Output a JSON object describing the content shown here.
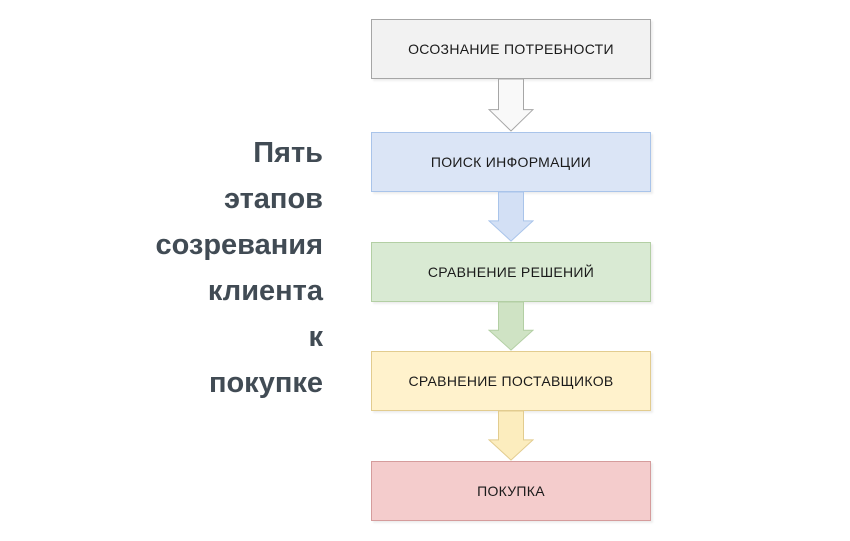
{
  "page": {
    "background": "#ffffff"
  },
  "title": {
    "full_text": "Пять этапов созревания клиента к покупке",
    "lines": [
      "Пять",
      "этапов",
      "созревания",
      "клиента",
      "к",
      "покупке"
    ],
    "color": "#414b54"
  },
  "diagram": {
    "type": "flowchart",
    "direction": "top-down",
    "label_color": "#1a1a1a",
    "stages": [
      {
        "label": "ОСОЗНАНИЕ ПОТРЕБНОСТИ",
        "fill": "#f2f2f2",
        "border": "#a6a6a6",
        "arrow_fill": "#f9f9f9",
        "arrow_border": "#a6a6a6"
      },
      {
        "label": "ПОИСК ИНФОРМАЦИИ",
        "fill": "#dbe5f6",
        "border": "#a9c4ea",
        "arrow_fill": "#d3e0f5",
        "arrow_border": "#a9c4ea"
      },
      {
        "label": "СРАВНЕНИЕ РЕШЕНИЙ",
        "fill": "#d9ead3",
        "border": "#b3cfa4",
        "arrow_fill": "#cfe3c4",
        "arrow_border": "#b3cfa4"
      },
      {
        "label": "СРАВНЕНИЕ ПОСТАВЩИКОВ",
        "fill": "#fff2cc",
        "border": "#e2cc8f",
        "arrow_fill": "#fcedbe",
        "arrow_border": "#e2cc8f"
      },
      {
        "label": "ПОКУПКА",
        "fill": "#f4cccc",
        "border": "#d59c9c",
        "arrow_fill": null,
        "arrow_border": null
      }
    ]
  }
}
